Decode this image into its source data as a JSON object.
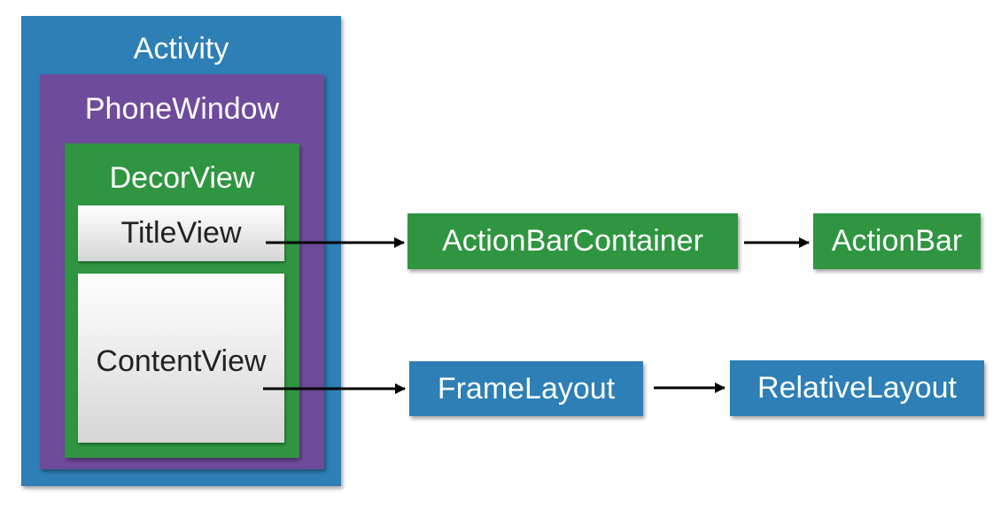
{
  "activity": {
    "label": "Activity"
  },
  "phone_window": {
    "label": "PhoneWindow"
  },
  "decor_view": {
    "label": "DecorView"
  },
  "title_view": {
    "label": "TitleView"
  },
  "content_view": {
    "label": "ContentView"
  },
  "nodes": {
    "action_bar_container": "ActionBarContainer",
    "action_bar": "ActionBar",
    "frame_layout": "FrameLayout",
    "relative_layout": "RelativeLayout"
  },
  "colors": {
    "activity": "#2d7fb6",
    "phone_window": "#6f4b9b",
    "decor_view": "#2f9540",
    "green_node": "#2f9540",
    "blue_node": "#2d7fb6",
    "arrow": "#000000"
  }
}
